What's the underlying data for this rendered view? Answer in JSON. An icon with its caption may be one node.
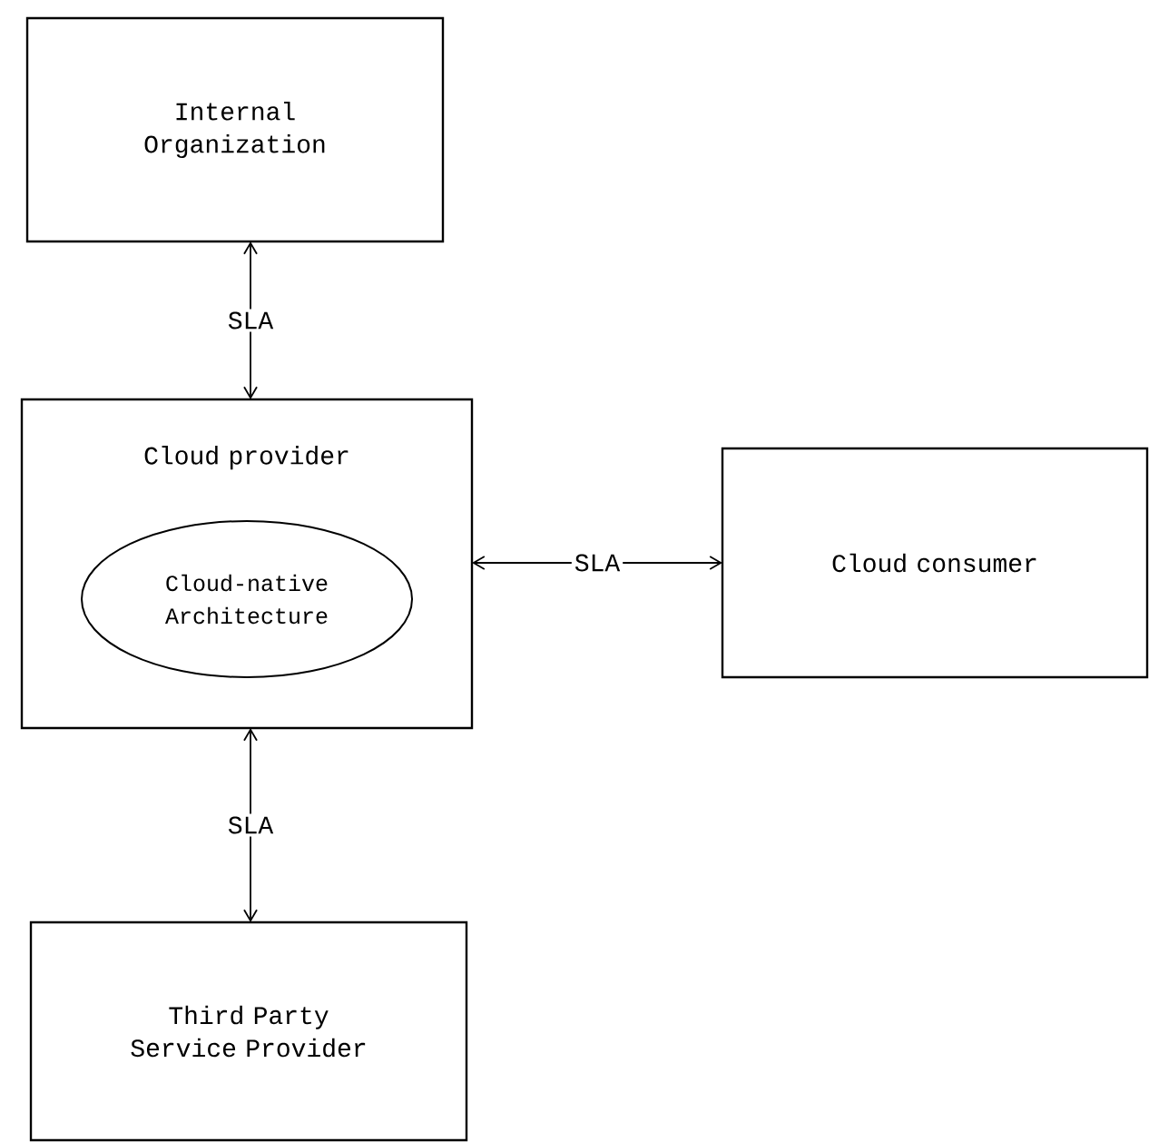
{
  "diagram": {
    "nodes": [
      {
        "text": [
          "Internal Organization"
        ]
      },
      {
        "text": [
          "Cloud provider"
        ]
      },
      {
        "text": [
          "Cloud-native Architecture"
        ],
        "in": 1
      },
      {
        "text": [
          "Cloud consumer"
        ]
      },
      {
        "text": [
          "Third Party Service Provider"
        ]
      }
    ],
    "edges": [
      {
        "from": 0,
        "to": 1,
        "arrow": "both",
        "label": "SLA"
      },
      {
        "from": 1,
        "to": 3,
        "arrow": "both",
        "label": "SLA"
      },
      {
        "from": 1,
        "to": 4,
        "arrow": "both",
        "label": "SLA"
      }
    ]
  }
}
